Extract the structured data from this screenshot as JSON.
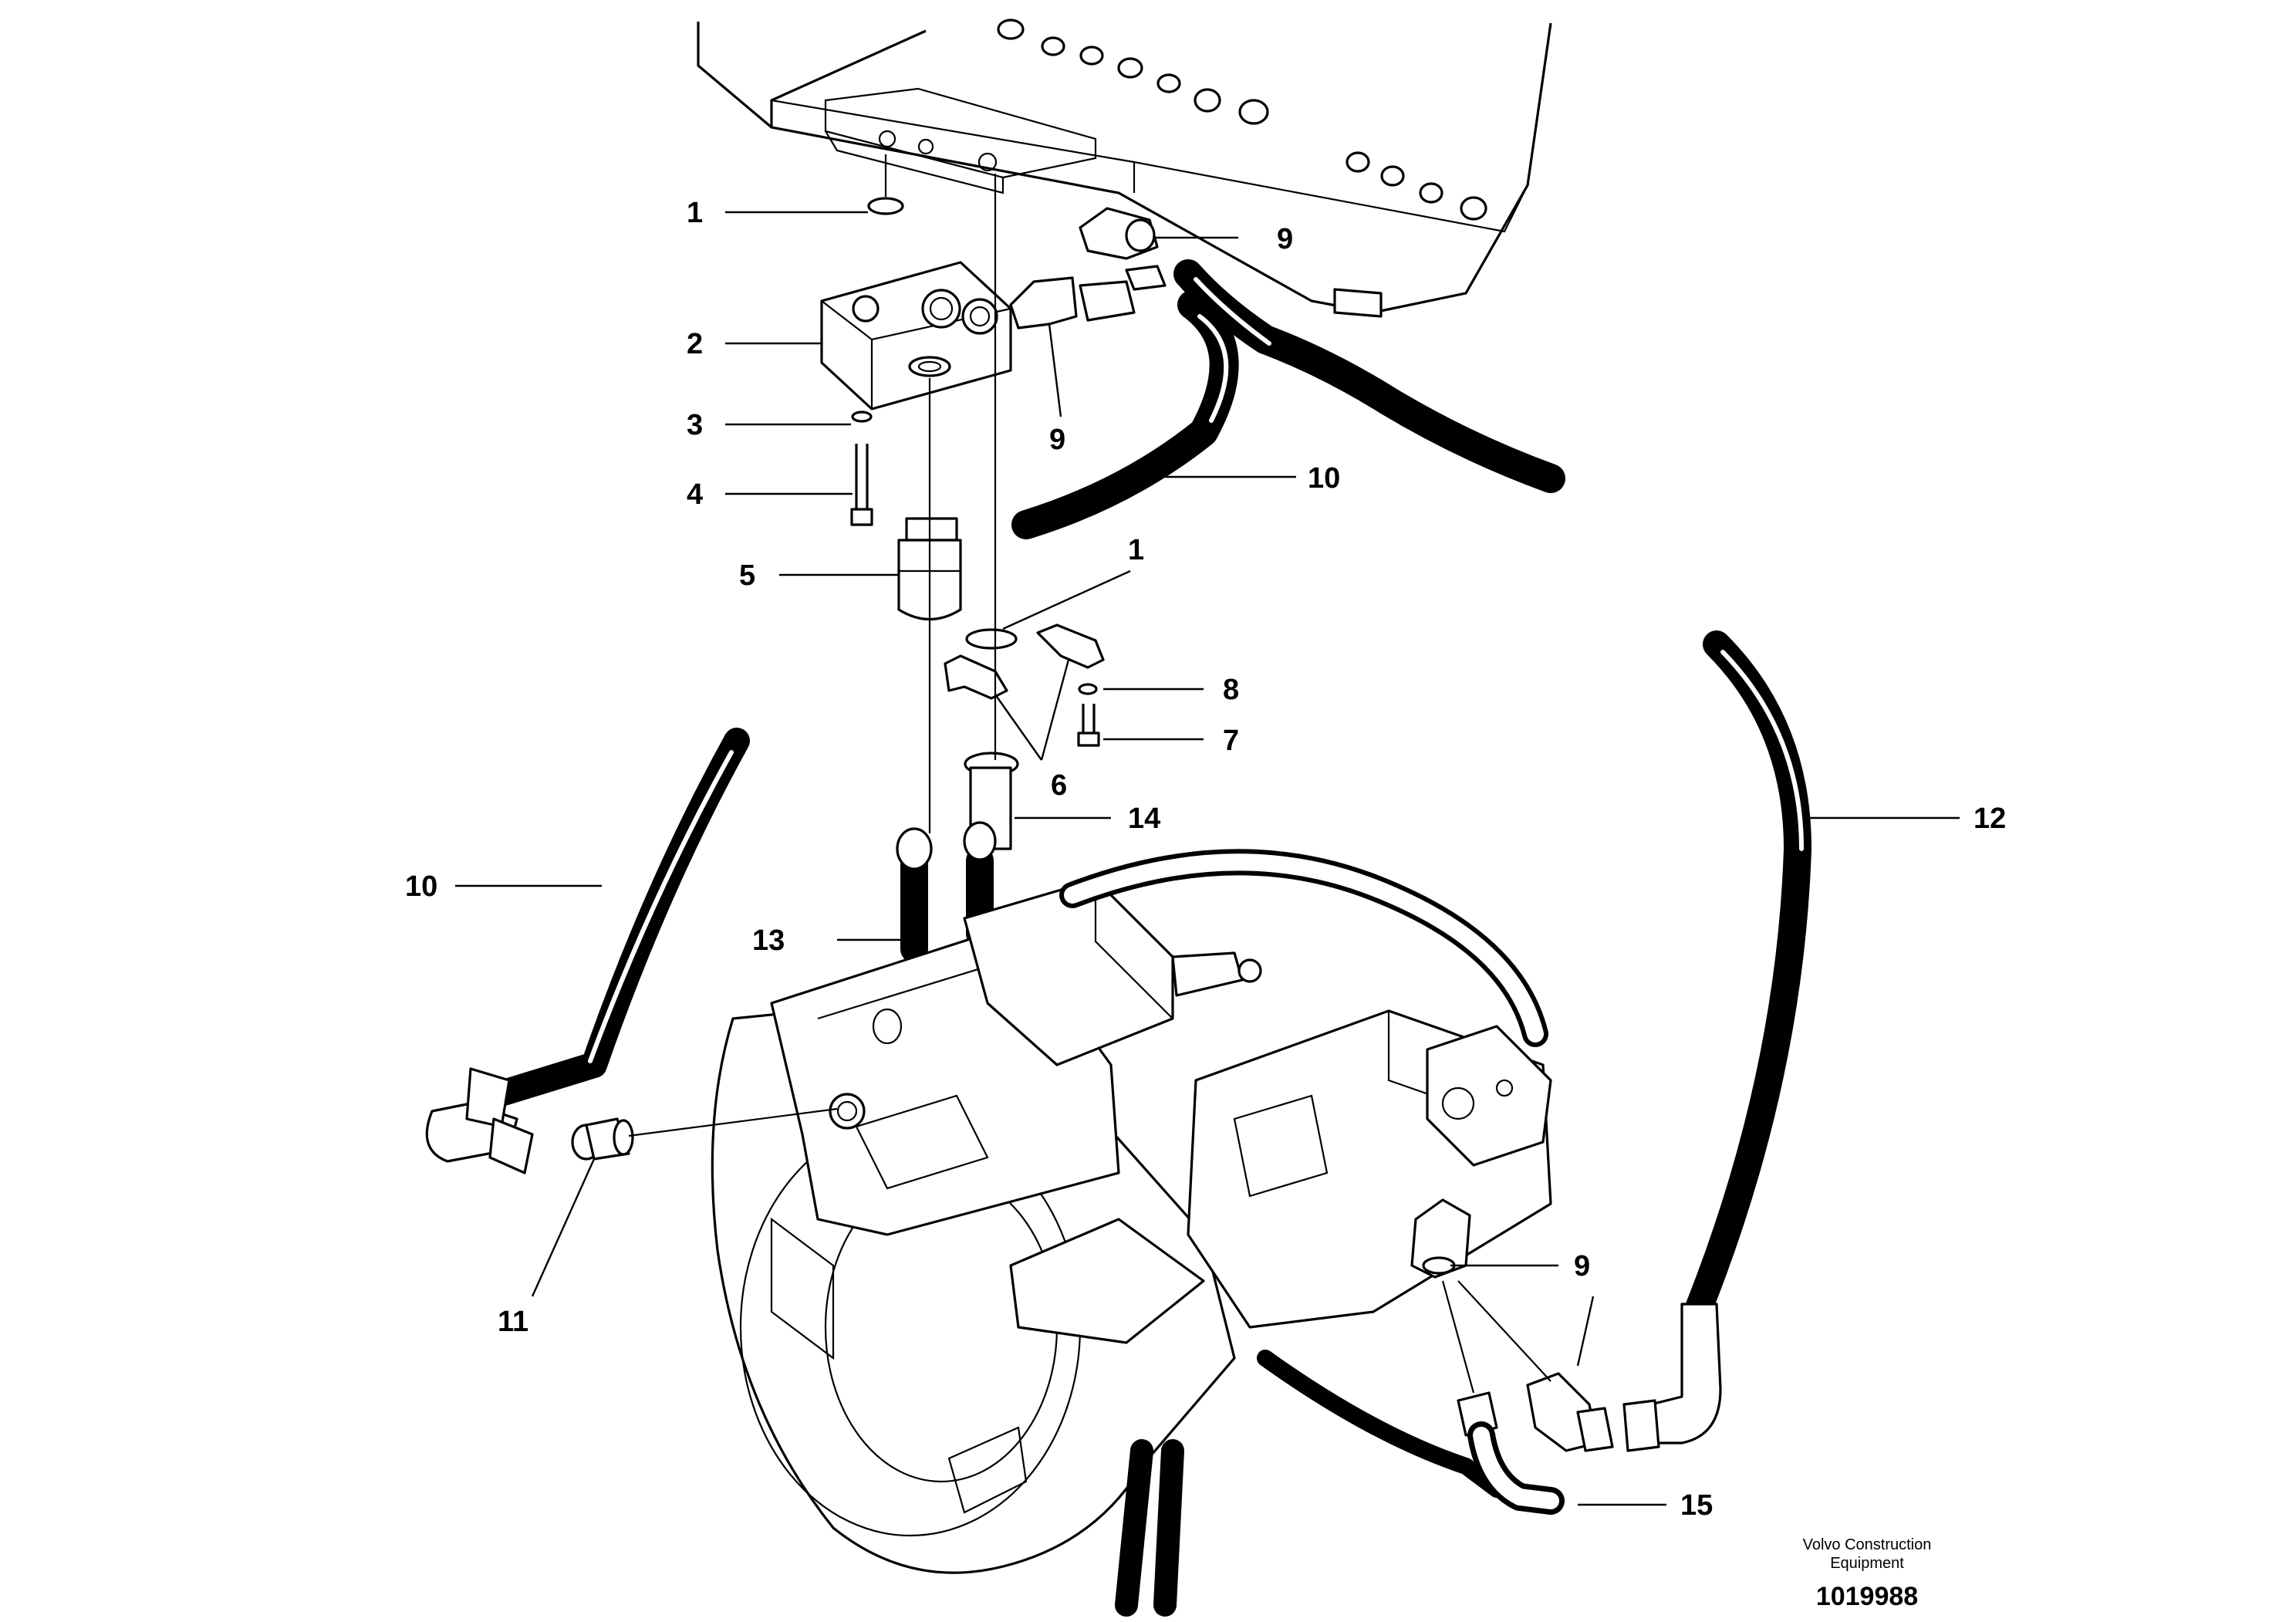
{
  "callouts": [
    {
      "id": "c1a",
      "text": "1"
    },
    {
      "id": "c1b",
      "text": "1"
    },
    {
      "id": "c2",
      "text": "2"
    },
    {
      "id": "c3",
      "text": "3"
    },
    {
      "id": "c4",
      "text": "4"
    },
    {
      "id": "c5",
      "text": "5"
    },
    {
      "id": "c6",
      "text": "6"
    },
    {
      "id": "c7",
      "text": "7"
    },
    {
      "id": "c8",
      "text": "8"
    },
    {
      "id": "c9a",
      "text": "9"
    },
    {
      "id": "c9b",
      "text": "9"
    },
    {
      "id": "c9c",
      "text": "9"
    },
    {
      "id": "c10a",
      "text": "10"
    },
    {
      "id": "c10b",
      "text": "10"
    },
    {
      "id": "c11",
      "text": "11"
    },
    {
      "id": "c12",
      "text": "12"
    },
    {
      "id": "c13",
      "text": "13"
    },
    {
      "id": "c14",
      "text": "14"
    },
    {
      "id": "c15",
      "text": "15"
    }
  ],
  "footer": {
    "credit_line1": "Volvo Construction",
    "credit_line2": "Equipment",
    "drawing_number": "1019988"
  }
}
